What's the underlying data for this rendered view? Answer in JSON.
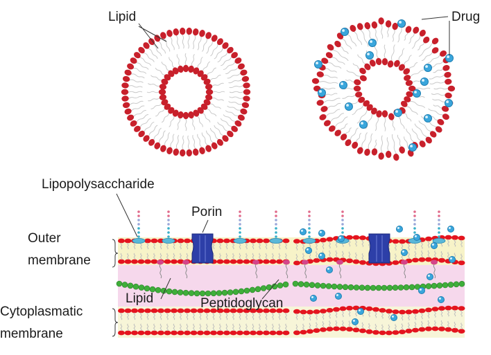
{
  "labels": {
    "lipid_top": "Lipid",
    "drug": "Drug",
    "lipopolysaccharide": "Lipopolysaccharide",
    "porin": "Porin",
    "outer_membrane_1": "Outer",
    "outer_membrane_2": "membrane",
    "lipid_bottom": "Lipid",
    "peptidoglycan": "Peptidoglycan",
    "cyto_membrane_1": "Cytoplasmatic",
    "cyto_membrane_2": "membrane"
  },
  "colors": {
    "lipid_head": "#c8202b",
    "lipid_tail": "#b8b8b8",
    "drug": "#3aa6dc",
    "porin": "#2d3fa8",
    "peptidoglycan": "#3fae3a",
    "lps_stem": "#3ab0c8",
    "outer_bg": "#f7f3c8",
    "periplasm_bg": "#f6d8ec",
    "membrane_head": "#e4141e"
  }
}
